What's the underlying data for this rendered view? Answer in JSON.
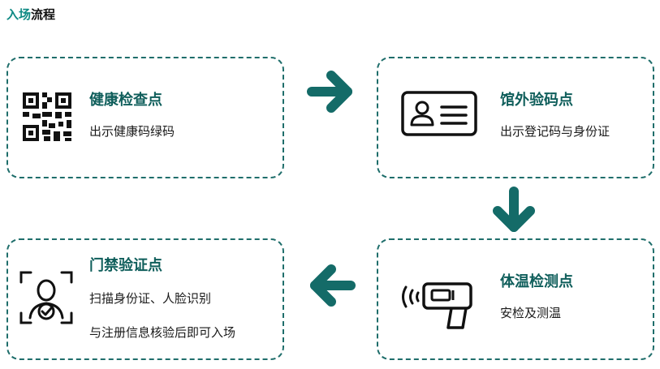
{
  "header": {
    "title_accent": "入场",
    "title_rest": "流程"
  },
  "colors": {
    "accent": "#0f8a84",
    "heading": "#0f5e5b",
    "border": "#1f6e6b",
    "arrow": "#146b68"
  },
  "steps": [
    {
      "icon": "qr-code-icon",
      "title": "健康检查点",
      "lines": [
        "出示健康码绿码"
      ]
    },
    {
      "icon": "id-card-icon",
      "title": "馆外验码点",
      "lines": [
        "出示登记码与身份证"
      ]
    },
    {
      "icon": "thermometer-gun-icon",
      "title": "体温检测点",
      "lines": [
        "安检及测温"
      ]
    },
    {
      "icon": "face-scan-icon",
      "title": "门禁验证点",
      "lines": [
        "扫描身份证、人脸识别",
        "与注册信息核验后即可入场"
      ]
    }
  ]
}
